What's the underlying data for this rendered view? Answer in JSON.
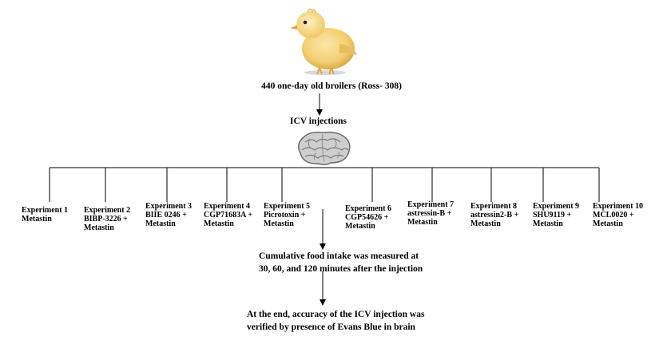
{
  "title": "440 one-day old broilers (Ross- 308)",
  "icv_label": "ICV injections",
  "experiments": [
    {
      "name": "Experiment 1",
      "lines": [
        "Metastin"
      ]
    },
    {
      "name": "Experiment 2",
      "lines": [
        "BIBP-3226 +",
        "Metastin"
      ]
    },
    {
      "name": "Experiment 3",
      "lines": [
        "BIIE 0246 +",
        "Metastin"
      ]
    },
    {
      "name": "Experiment 4",
      "lines": [
        "CGP71683A +",
        "Metastin"
      ]
    },
    {
      "name": "Experiment 5",
      "lines": [
        "Picrotoxin +",
        "Metastin"
      ]
    },
    {
      "name": "Experiment 6",
      "lines": [
        "CGP54626 +",
        "Metastin"
      ]
    },
    {
      "name": "Experiment 7",
      "lines": [
        "astressin-B +",
        "Metastin"
      ]
    },
    {
      "name": "Experiment 8",
      "lines": [
        "astressin2-B +",
        "Metastin"
      ]
    },
    {
      "name": "Experiment 9",
      "lines": [
        "SHU9119 +",
        "Metastin"
      ]
    },
    {
      "name": "Experiment 10",
      "lines": [
        "MCL0020 +",
        "Metastin"
      ]
    }
  ],
  "step_food": {
    "line1": "Cumulative food intake was measured at",
    "line2": "30, 60, and 120 minutes after the injection"
  },
  "step_evans": {
    "line1": "At the end, accuracy of the ICV injection was",
    "line2": "verified by presence of Evans Blue in brain"
  },
  "icons": {
    "chick": "chick-image",
    "brain": "brain-image"
  }
}
